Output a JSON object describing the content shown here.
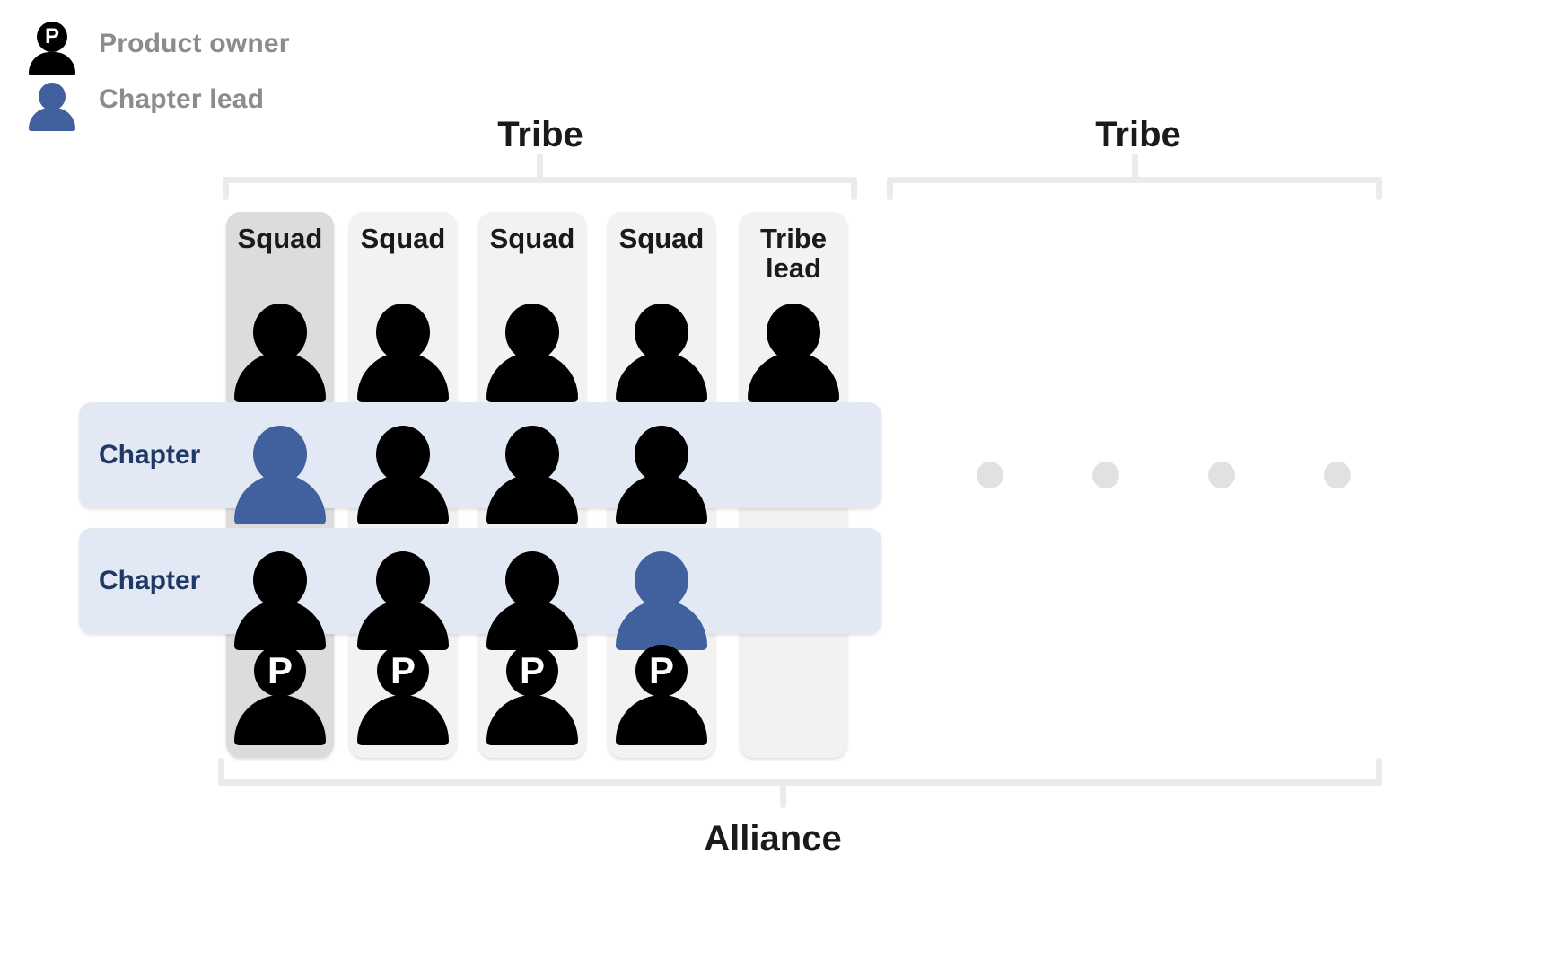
{
  "legend": {
    "items": [
      {
        "icon": "product-owner-icon",
        "label": "Product owner",
        "badge": "P",
        "color": "#000000"
      },
      {
        "icon": "chapter-lead-icon",
        "label": "Chapter lead",
        "badge": "",
        "color": "#40609e"
      }
    ]
  },
  "brackets": {
    "tribe_left_label": "Tribe",
    "tribe_right_label": "Tribe",
    "alliance_label": "Alliance"
  },
  "columns": [
    {
      "title": "Squad",
      "active": true
    },
    {
      "title": "Squad",
      "active": false
    },
    {
      "title": "Squad",
      "active": false
    },
    {
      "title": "Squad",
      "active": false
    },
    {
      "title": "Tribe lead",
      "active": false
    }
  ],
  "chapters": [
    {
      "label": "Chapter"
    },
    {
      "label": "Chapter"
    }
  ],
  "rows": [
    {
      "name": "member-row",
      "people": [
        "black",
        "black",
        "black",
        "black",
        "black"
      ]
    },
    {
      "name": "chapter-row-1",
      "people": [
        "blue",
        "black",
        "black",
        "black",
        "none"
      ]
    },
    {
      "name": "chapter-row-2",
      "people": [
        "black",
        "black",
        "black",
        "blue",
        "none"
      ]
    },
    {
      "name": "product-owner-row",
      "people": [
        "owner",
        "owner",
        "owner",
        "owner",
        "none"
      ]
    }
  ],
  "second_tribe": {
    "placeholder_dots": 4
  },
  "colors": {
    "accent_blue": "#40609e",
    "chapter_text": "#1f3864",
    "chapter_band": "#e3e9f4",
    "column_bg": "#f2f2f2",
    "column_active_bg": "#dcdcdc",
    "bracket": "#ebebeb",
    "legend_text": "#8c8c8c",
    "dot": "#e1e1e1"
  }
}
